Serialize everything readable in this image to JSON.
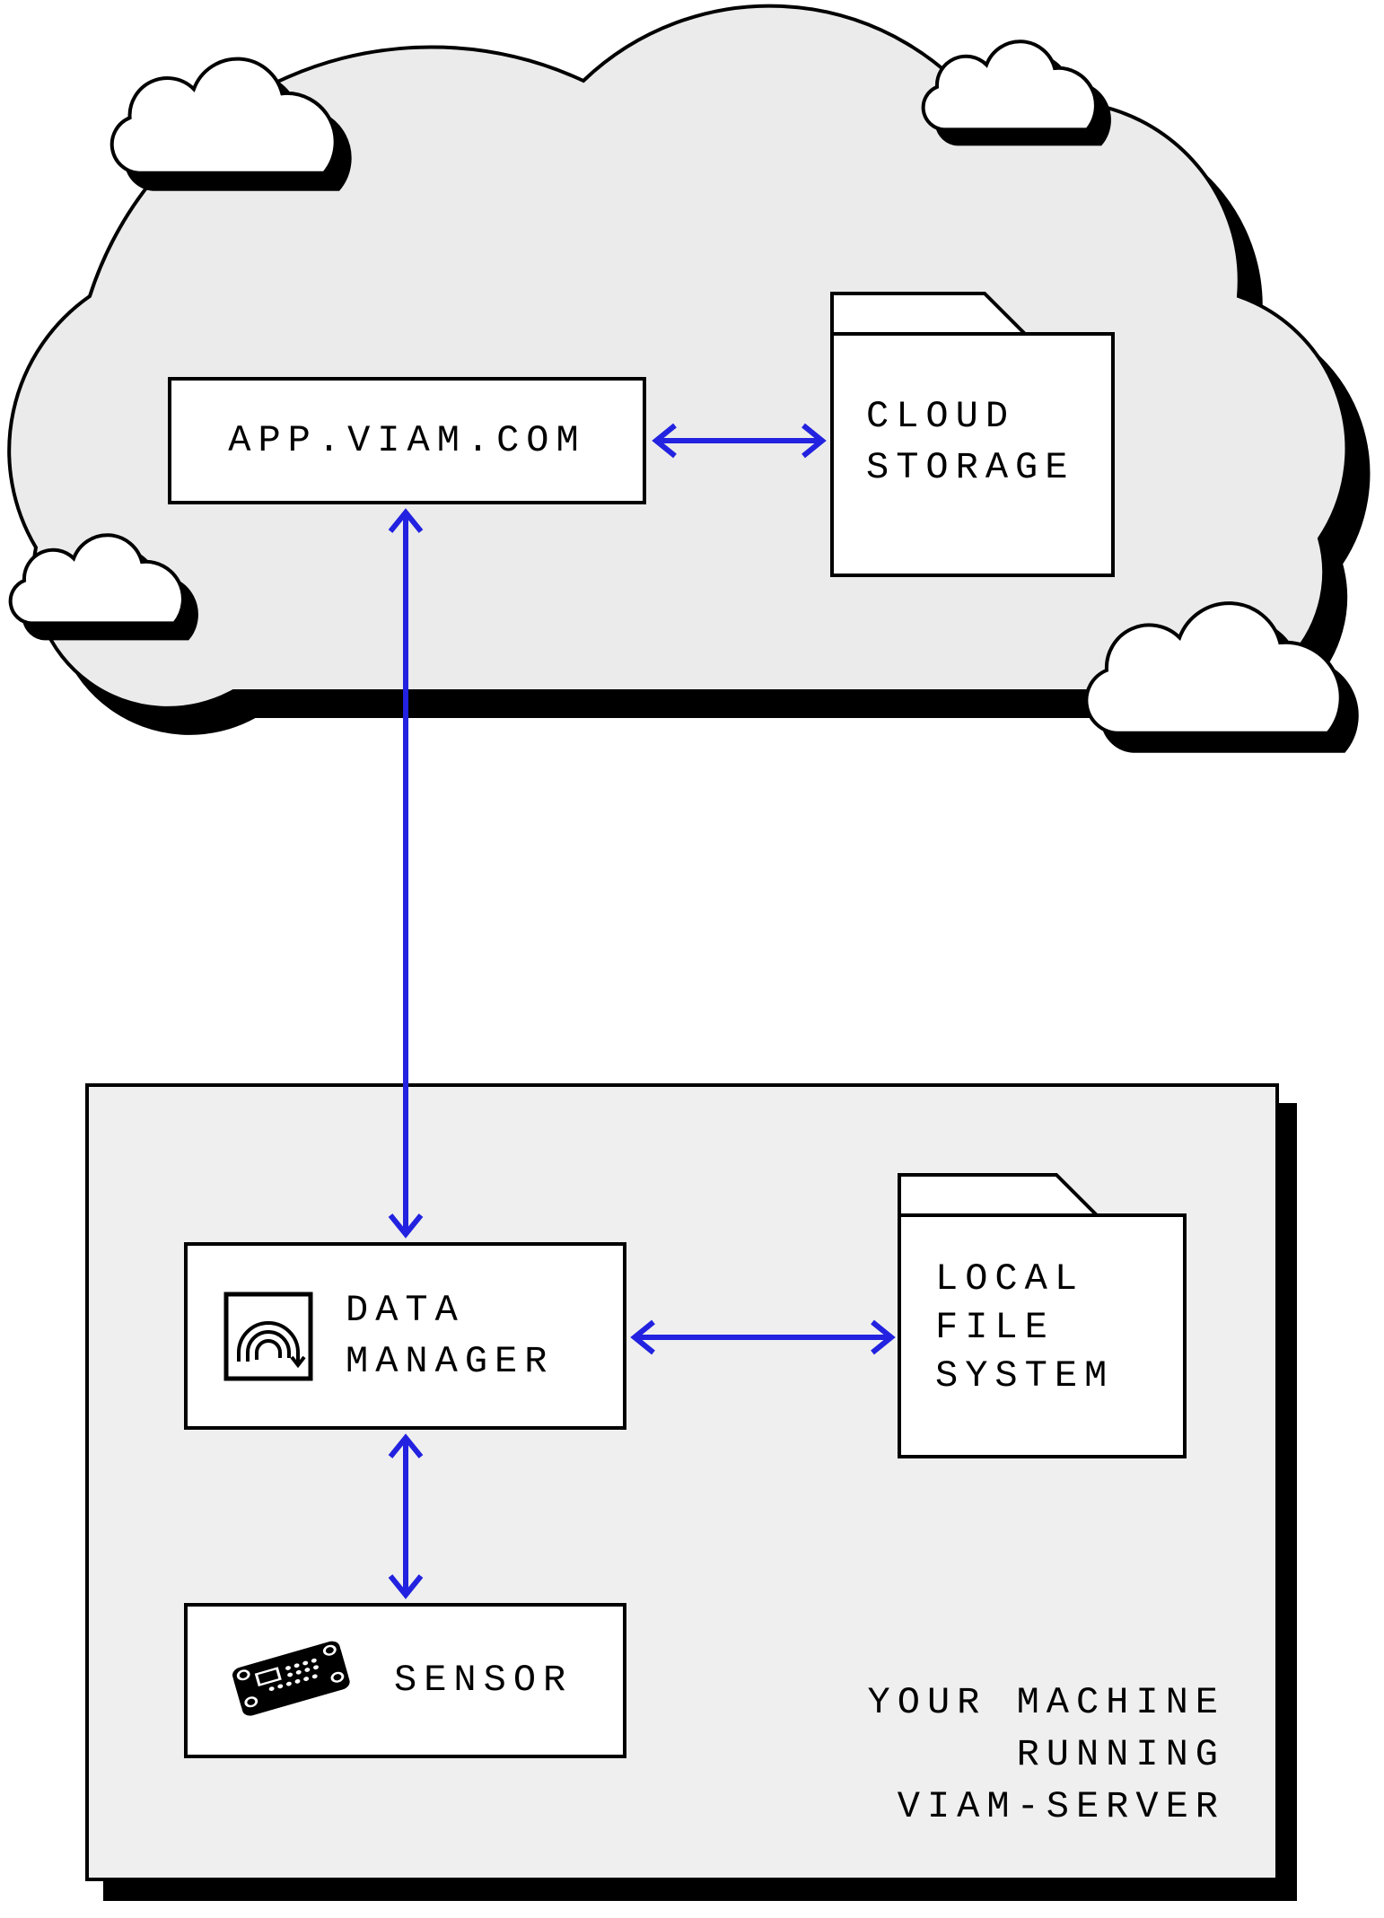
{
  "cloud": {
    "app_box": {
      "label": "APP.VIAM.COM"
    },
    "cloud_storage": {
      "lines": [
        "CLOUD",
        "STORAGE"
      ]
    }
  },
  "machine": {
    "data_manager": {
      "lines": [
        "DATA",
        "MANAGER"
      ]
    },
    "local_file_system": {
      "lines": [
        "LOCAL",
        "FILE",
        "SYSTEM"
      ]
    },
    "sensor": {
      "label": "SENSOR"
    },
    "caption": {
      "lines": [
        "YOUR MACHINE",
        "RUNNING",
        "VIAM-SERVER"
      ]
    }
  },
  "icons": {
    "data_manager": "data-sync-icon",
    "sensor": "circuit-board-icon",
    "cloud_storage": "folder-icon",
    "local_file_system": "folder-icon"
  },
  "connections": [
    {
      "from": "app-viam-com",
      "to": "cloud-storage",
      "direction": "bidirectional"
    },
    {
      "from": "app-viam-com",
      "to": "data-manager",
      "direction": "bidirectional"
    },
    {
      "from": "data-manager",
      "to": "local-file-system",
      "direction": "bidirectional"
    },
    {
      "from": "data-manager",
      "to": "sensor",
      "direction": "bidirectional"
    }
  ],
  "theme": {
    "arrow_color": "#2222e0",
    "cloud_fill": "#ebebeb",
    "machine_fill": "#efefef",
    "box_fill": "#ffffff",
    "outline_color": "#000000",
    "shadow_color": "#000000",
    "background": "#ffffff"
  }
}
